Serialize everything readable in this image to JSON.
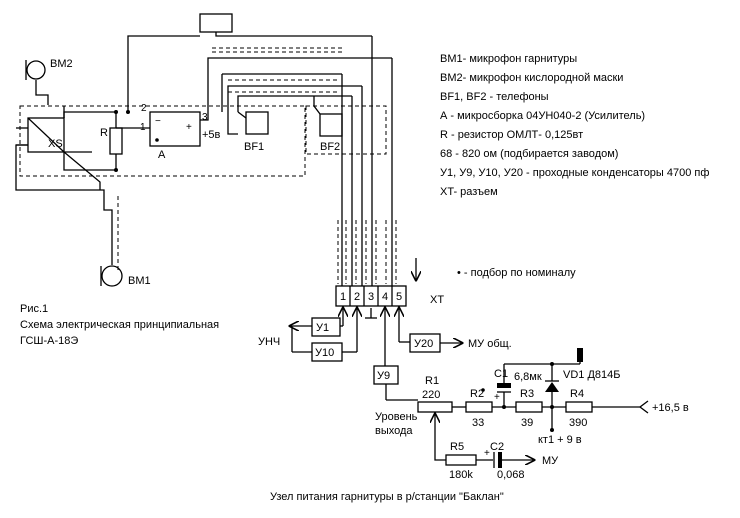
{
  "legend": {
    "bm1": "BM1- микрофон гарнитуры",
    "bm2": "BM2- микрофон кислородной маски",
    "bf": "BF1, BF2 - телефоны",
    "a": "А - микросборка 04УН040-2 (Усилитель)",
    "r": "R - резистор ОМЛТ- 0,125вт",
    "r_range": "68 - 820 ом  (подбирается заводом)",
    "caps": "У1, У9, У10, У20 - проходные конденсаторы 4700 пф",
    "xt": "XT- разъем",
    "note": "• - подбор по номиналу"
  },
  "caption": {
    "line1": "Рис.1",
    "line2": "Схема электрическая принципиальная",
    "line3": "ГСШ-А-18Э"
  },
  "bottom_title": "Узел питания гарнитуры в р/станции \"Баклан\"",
  "labels": {
    "bm2": "BM2",
    "bm1": "BM1",
    "xs": "XS",
    "r": "R",
    "a": "A",
    "a_minus": "−",
    "a_plus": "+",
    "pin1": "1",
    "pin2": "2",
    "pin3": "3",
    "plus5": "+5в",
    "bf1": "BF1",
    "bf2": "BF2",
    "xt": "XT",
    "xt_pins": [
      "1",
      "2",
      "3",
      "4",
      "5"
    ],
    "u1": "У1",
    "u10": "У10",
    "u9": "У9",
    "u20": "У20",
    "unch": "УНЧ",
    "mu_common": "МУ общ.",
    "mu": "МУ",
    "r1": "R1",
    "r1_val": "220",
    "r2": "R2",
    "r2_val": "33",
    "r3": "R3",
    "r3_val": "39",
    "r4": "R4",
    "r4_val": "390",
    "r5": "R5",
    "r5_val": "180k",
    "c1": "C1",
    "c1_val": "6,8мк",
    "c2": "C2",
    "c2_val": "0,068",
    "vd1": "VD1 Д814Б",
    "v165": "+16,5 в",
    "kt1": "кт1 + 9 в",
    "level1": "Уровень",
    "level2": "выхода",
    "c1_plus": "+",
    "c2_plus": "+"
  }
}
